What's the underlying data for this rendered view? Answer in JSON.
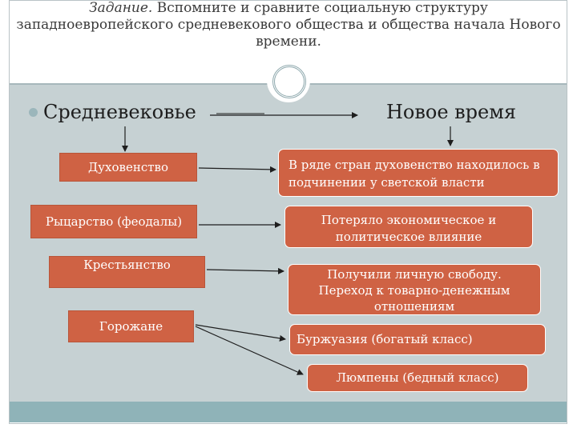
{
  "title": {
    "task_label": "Задание.",
    "task_text": " Вспомните и сравните социальную структуру западноевропейского средневекового общества и общества начала Нового времени."
  },
  "headings": {
    "left": "Средневековье",
    "right": "Новое время"
  },
  "left_boxes": [
    "Духовенство",
    "Рыцарство (феодалы)",
    "Крестьянство",
    "Горожане"
  ],
  "right_boxes": [
    "В ряде стран духовенство находилось в подчинении у светской власти",
    "Потеряло экономическое и политическое влияние",
    "Получили личную свободу. Переход к товарно-денежным отношениям",
    "Буржуазия (богатый класс)",
    "Люмпены  (бедный класс)"
  ],
  "colors": {
    "box_fill": "#cf6244",
    "background": "#c6d1d3",
    "footer_band": "#8fb3b8"
  }
}
